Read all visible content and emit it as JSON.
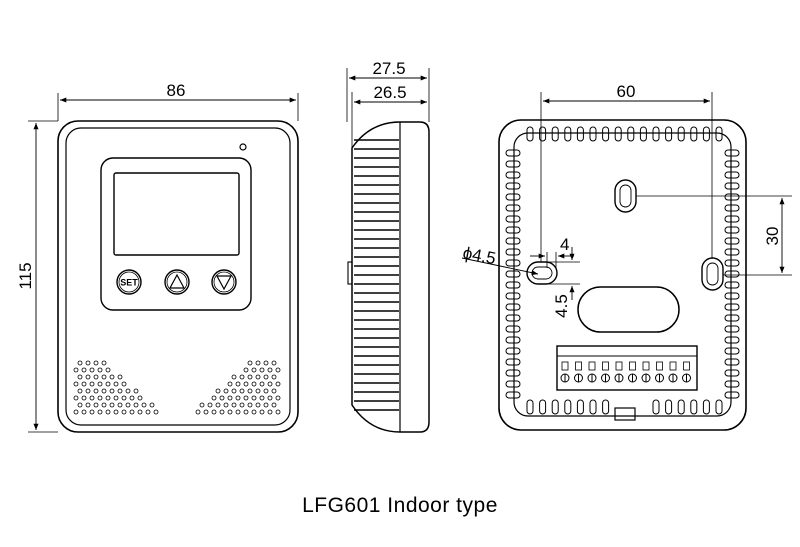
{
  "caption": "LFG601 Indoor type",
  "front_view": {
    "width_dim": "86",
    "height_dim": "115",
    "buttons": {
      "set_label": "SET"
    }
  },
  "side_view": {
    "depth_outer_dim": "27.5",
    "depth_inner_dim": "26.5"
  },
  "back_view": {
    "hole_spacing_dim": "60",
    "vertical_spacing_dim": "30",
    "hole_diameter_dim": "ϕ4.5",
    "slot_width_dim": "4",
    "slot_height_dim": "4.5"
  }
}
